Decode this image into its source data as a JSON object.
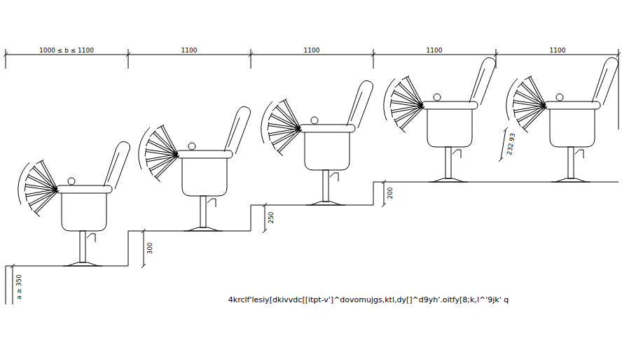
{
  "diagram": {
    "labels": [
      "1000 ≤ b ≤ 1100",
      "1100",
      "1100",
      "1100",
      "1100",
      "232.93",
      "200",
      "250",
      "300",
      "a ≥ 350",
      "4krclf'lesiy[dkivvdc[[itpt-v']^dovomujgs,ktl,dy[]^d9yh'.oitfy[8;k,l^'9jk' q"
    ]
  }
}
